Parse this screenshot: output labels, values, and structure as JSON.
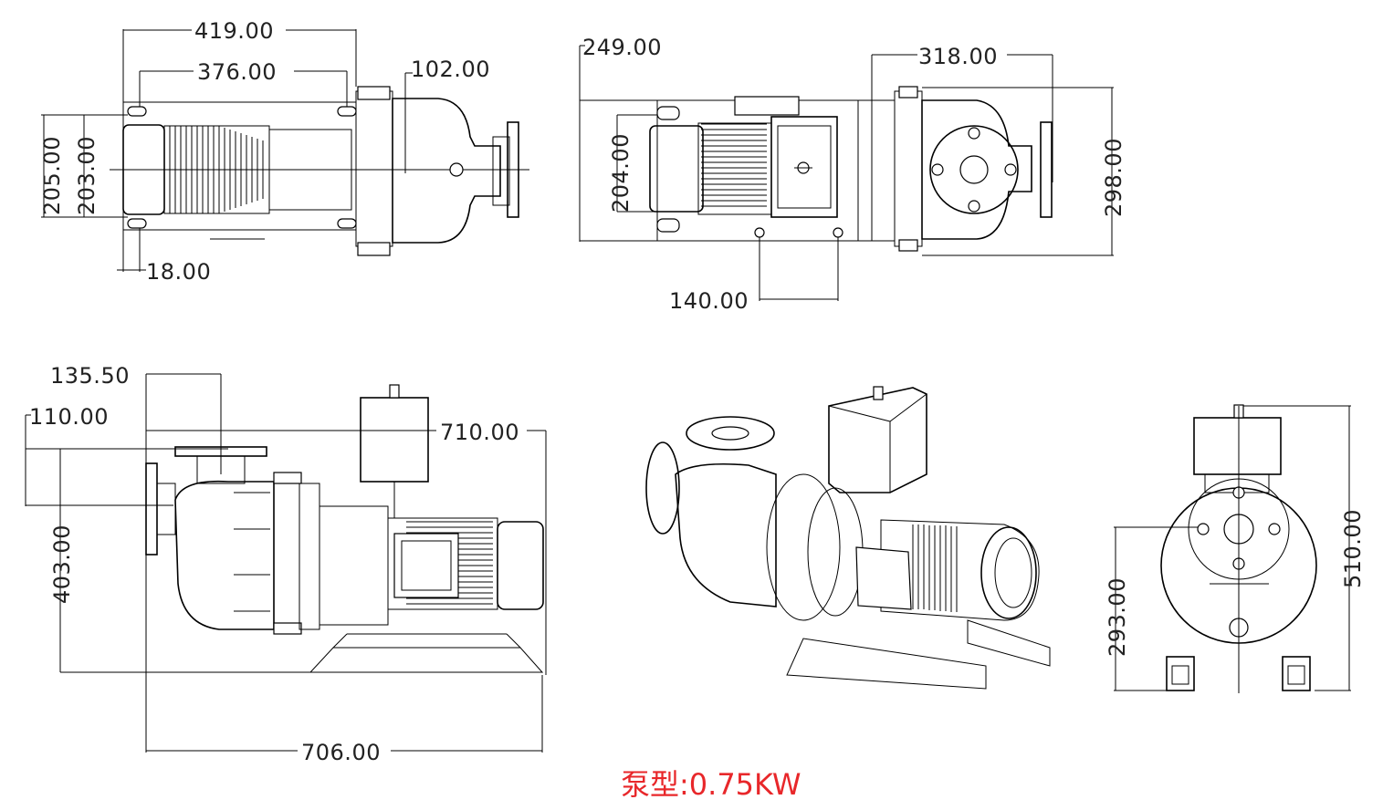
{
  "dimensions": {
    "top_view": {
      "d419": "419.00",
      "d376": "376.00",
      "d102": "102.00",
      "d205": "205.00",
      "d203": "203.00",
      "d18": "18.00"
    },
    "rear_top_view": {
      "d249": "249.00",
      "d318": "318.00",
      "d204": "204.00",
      "d298": "298.00",
      "d140": "140.00"
    },
    "side_view": {
      "d135_5": "135.50",
      "d110": "110.00",
      "d710": "710.00",
      "d403": "403.00",
      "d706": "706.00"
    },
    "front_view": {
      "d293": "293.00",
      "d510": "510.00"
    }
  },
  "caption": "泵型:0.75KW",
  "colors": {
    "caption": "#e8272a",
    "line": "#000000"
  }
}
